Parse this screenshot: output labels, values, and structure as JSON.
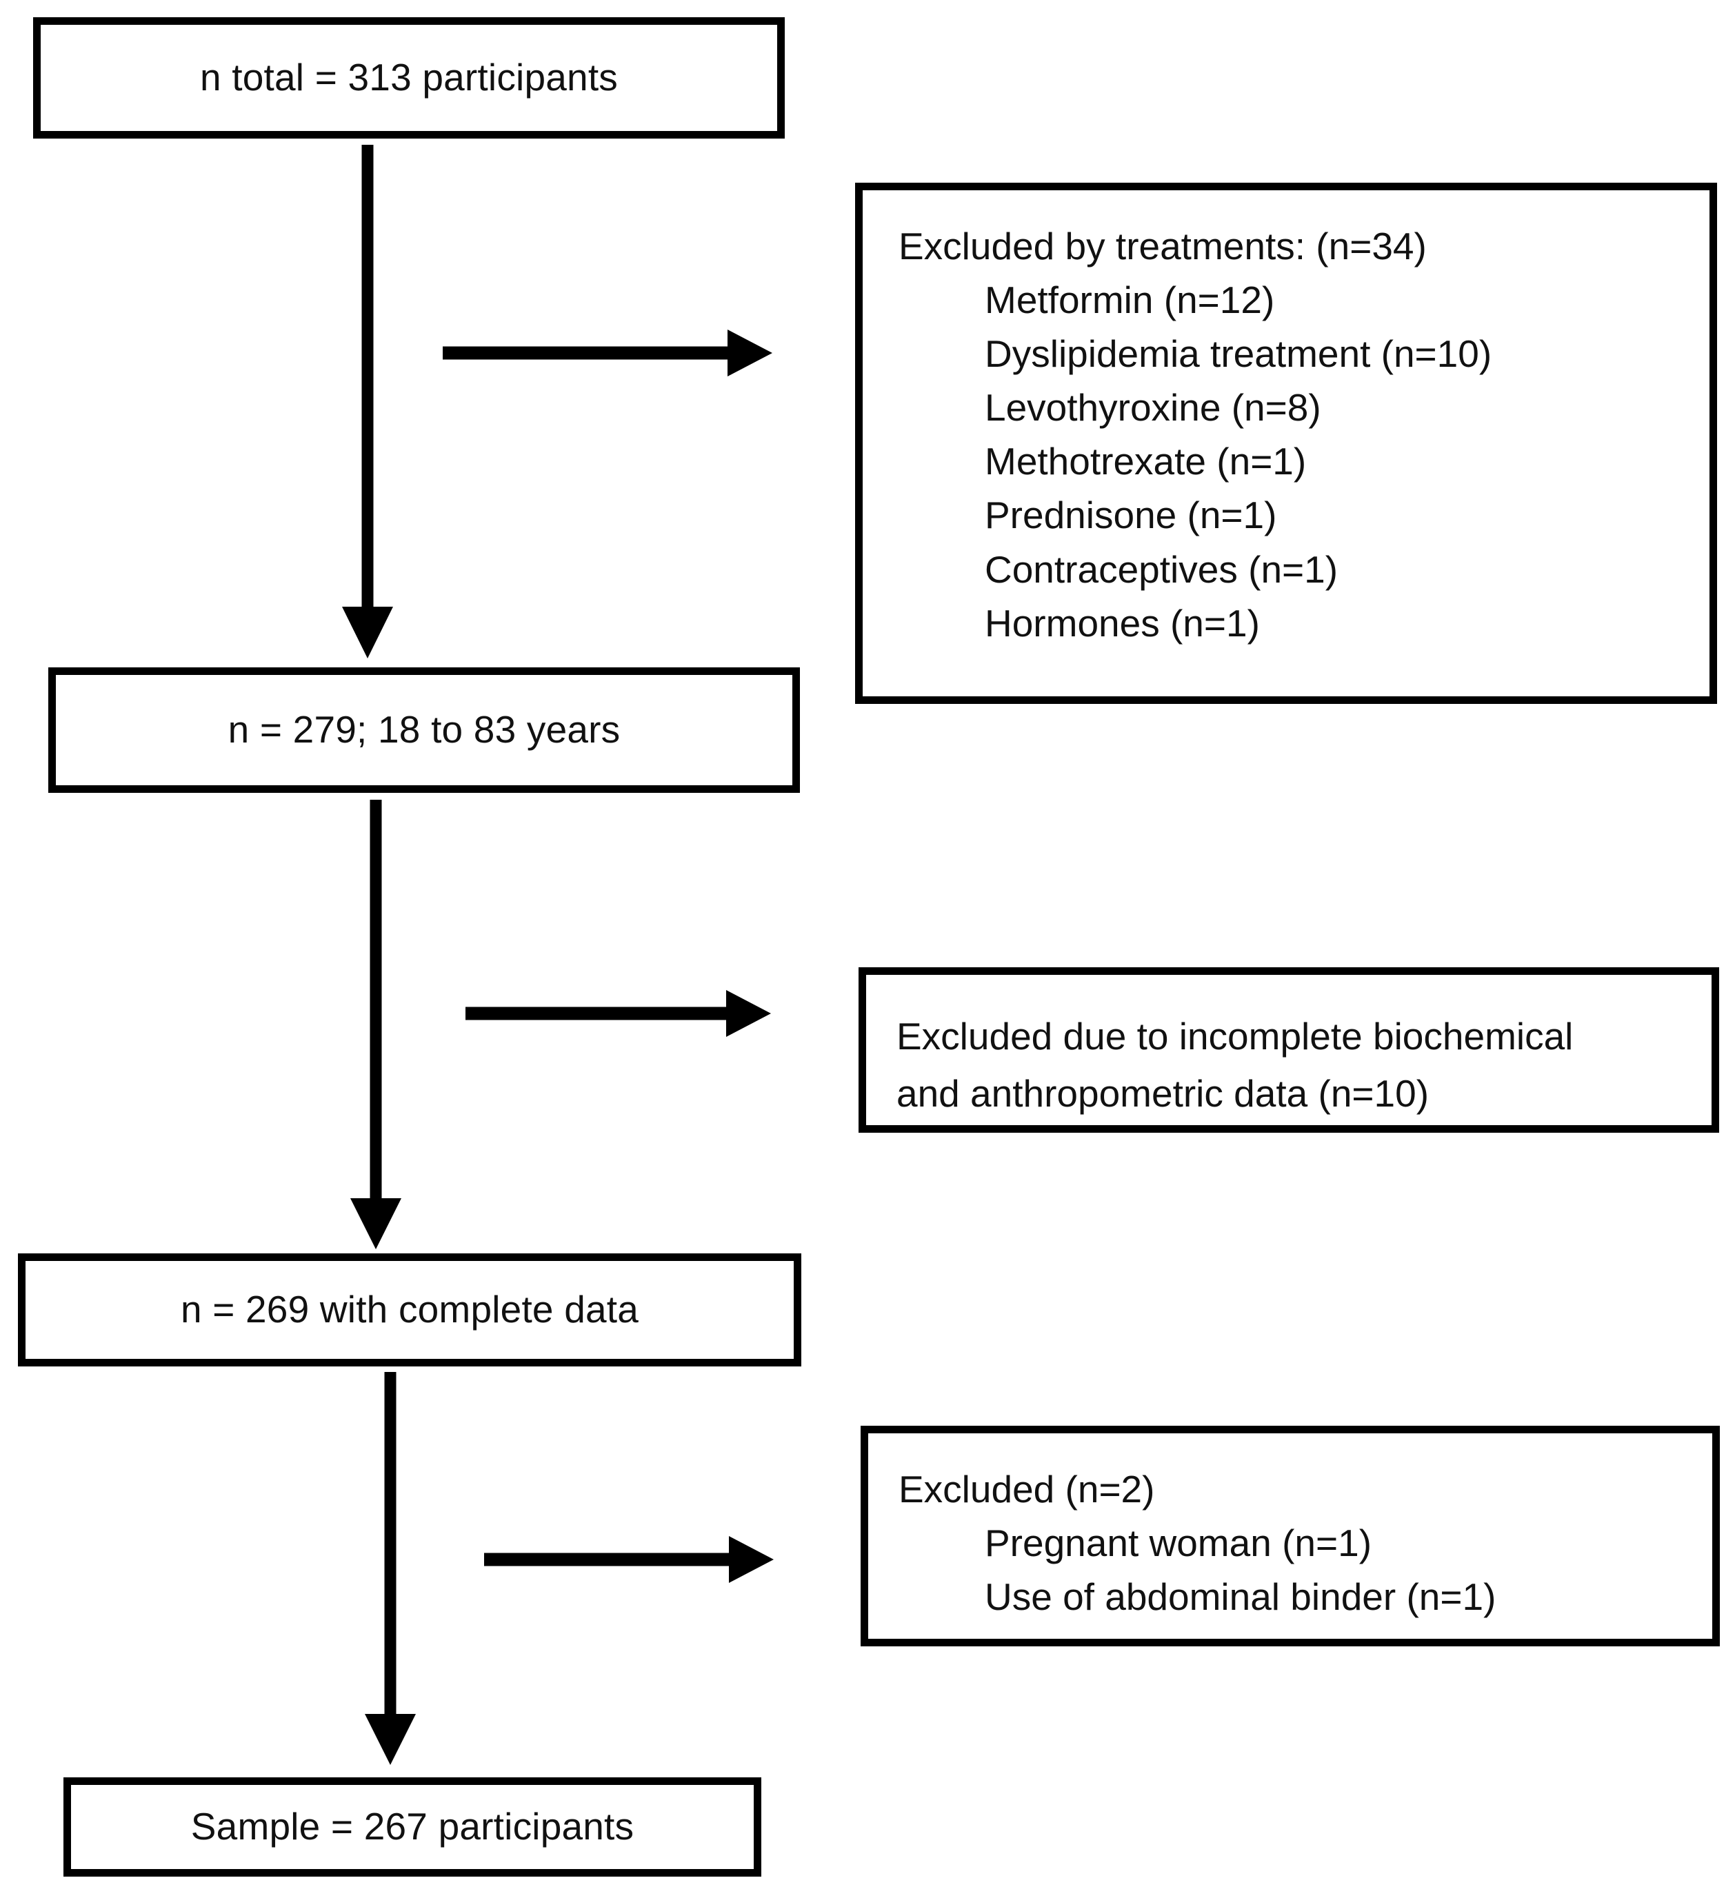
{
  "diagram": {
    "type": "participant-flow-diagram",
    "title_visible": false,
    "colors": {
      "border": "#000000",
      "text": "#111111",
      "background": "#ffffff",
      "arrow": "#000000"
    },
    "flow_boxes": [
      {
        "id": "total",
        "label": "n total = 313 participants",
        "n": 313
      },
      {
        "id": "after_treatments",
        "label": "n = 279; 18 to 83 years",
        "n": 279,
        "age_min": 18,
        "age_max": 83
      },
      {
        "id": "complete_data",
        "label": "n = 269 with complete data",
        "n": 269
      },
      {
        "id": "final_sample",
        "label": "Sample = 267 participants",
        "n": 267
      }
    ],
    "exclusion_boxes": [
      {
        "id": "excluded_treatments",
        "heading": "Excluded by treatments: (n=34)",
        "total_excluded": 34,
        "items": [
          {
            "label": "Metformin (n=12)",
            "n": 12
          },
          {
            "label": "Dyslipidemia treatment (n=10)",
            "n": 10
          },
          {
            "label": "Levothyroxine (n=8)",
            "n": 8
          },
          {
            "label": "Methotrexate (n=1)",
            "n": 1
          },
          {
            "label": "Prednisone (n=1)",
            "n": 1
          },
          {
            "label": "Contraceptives (n=1)",
            "n": 1
          },
          {
            "label": "Hormones (n=1)",
            "n": 1
          }
        ]
      },
      {
        "id": "excluded_incomplete",
        "line1": "Excluded due to incomplete biochemical",
        "line2": "and anthropometric data (n=10)",
        "total_excluded": 10,
        "items": []
      },
      {
        "id": "excluded_other",
        "heading": "Excluded (n=2)",
        "total_excluded": 2,
        "items": [
          {
            "label": "Pregnant woman (n=1)",
            "n": 1
          },
          {
            "label": "Use of abdominal binder (n=1)",
            "n": 1
          }
        ]
      }
    ]
  }
}
